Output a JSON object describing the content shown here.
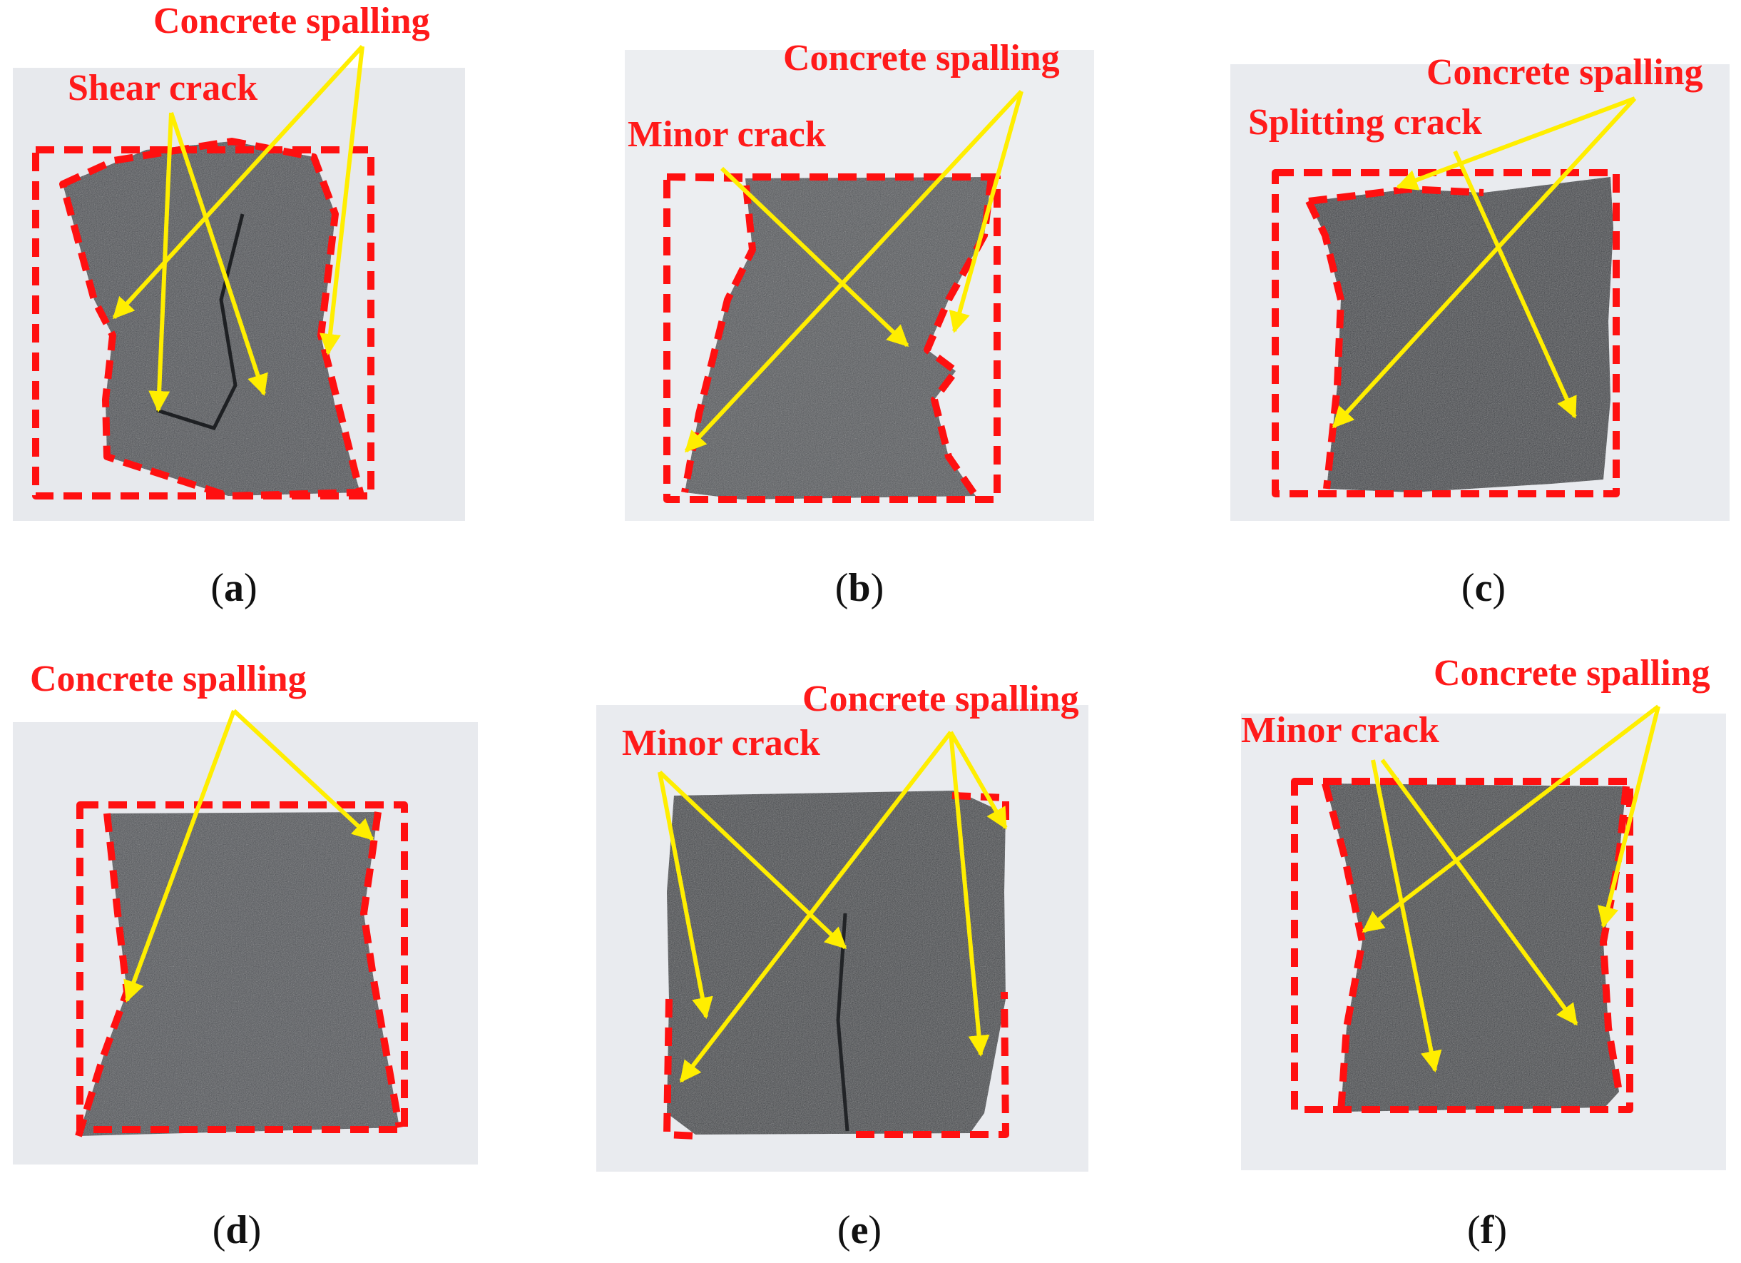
{
  "panels": [
    {
      "id": "a",
      "caption": "a",
      "colors": {
        "background": "#e7e9ed",
        "specimen": "#4a4d52",
        "dash": "#ff1010",
        "arrow": "#ffee00"
      },
      "labels": [
        {
          "key": "spalling",
          "text": "Concrete spalling"
        },
        {
          "key": "crack",
          "text": "Shear crack"
        }
      ]
    },
    {
      "id": "b",
      "caption": "b",
      "colors": {
        "background": "#eceef1",
        "specimen": "#505357",
        "dash": "#ff1010",
        "arrow": "#ffee00"
      },
      "labels": [
        {
          "key": "spalling",
          "text": "Concrete spalling"
        },
        {
          "key": "crack",
          "text": "Minor crack"
        }
      ]
    },
    {
      "id": "c",
      "caption": "c",
      "colors": {
        "background": "#e9ebef",
        "specimen": "#3d4045",
        "dash": "#ff1010",
        "arrow": "#ffee00"
      },
      "labels": [
        {
          "key": "spalling",
          "text": "Concrete spalling"
        },
        {
          "key": "crack",
          "text": "Splitting crack"
        }
      ]
    },
    {
      "id": "d",
      "caption": "d",
      "colors": {
        "background": "#e8eaee",
        "specimen": "#4c4f54",
        "dash": "#ff1010",
        "arrow": "#ffee00"
      },
      "labels": [
        {
          "key": "spalling",
          "text": "Concrete spalling"
        }
      ]
    },
    {
      "id": "e",
      "caption": "e",
      "colors": {
        "background": "#e9ebef",
        "specimen": "#404347",
        "dash": "#ff1010",
        "arrow": "#ffee00"
      },
      "labels": [
        {
          "key": "spalling",
          "text": "Concrete spalling"
        },
        {
          "key": "crack",
          "text": "Minor crack"
        }
      ]
    },
    {
      "id": "f",
      "caption": "f",
      "colors": {
        "background": "#eaecf0",
        "specimen": "#3f4246",
        "dash": "#ff1010",
        "arrow": "#ffee00"
      },
      "labels": [
        {
          "key": "spalling",
          "text": "Concrete spalling"
        },
        {
          "key": "crack",
          "text": "Minor crack"
        }
      ]
    }
  ]
}
